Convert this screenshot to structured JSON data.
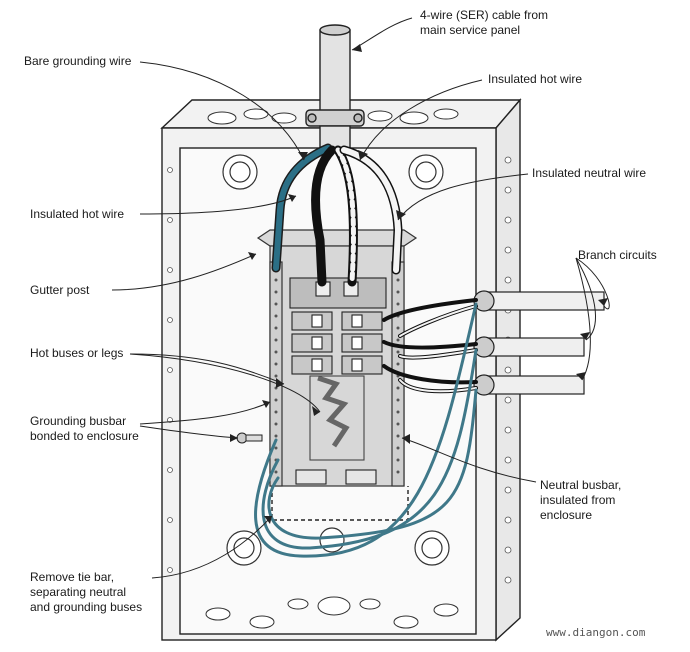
{
  "labels": {
    "cable_line1": "4-wire (SER) cable from",
    "cable_line2": "main service panel",
    "bare_ground": "Bare grounding wire",
    "hot_wire_top": "Insulated hot wire",
    "neutral_wire": "Insulated neutral wire",
    "hot_wire_left": "Insulated hot wire",
    "branch_circuits": "Branch circuits",
    "gutter_post": "Gutter post",
    "hot_buses": "Hot buses or legs",
    "ground_busbar_line1": "Grounding busbar",
    "ground_busbar_line2": "bonded to enclosure",
    "neutral_busbar_line1": "Neutral busbar,",
    "neutral_busbar_line2": "insulated from",
    "neutral_busbar_line3": "enclosure",
    "tie_bar_line1": "Remove tie bar,",
    "tie_bar_line2": "separating neutral",
    "tie_bar_line3": "and grounding buses"
  },
  "watermark": "www.diangon.com",
  "colors": {
    "ground_wire": "#2b6f86",
    "hot_wire": "#111111",
    "neutral_wire": "#f4f4f4",
    "enclosure_fill": "#f2f2f2",
    "panel_fill": "#d7d7d7",
    "branch_ground": "#3f7889"
  }
}
